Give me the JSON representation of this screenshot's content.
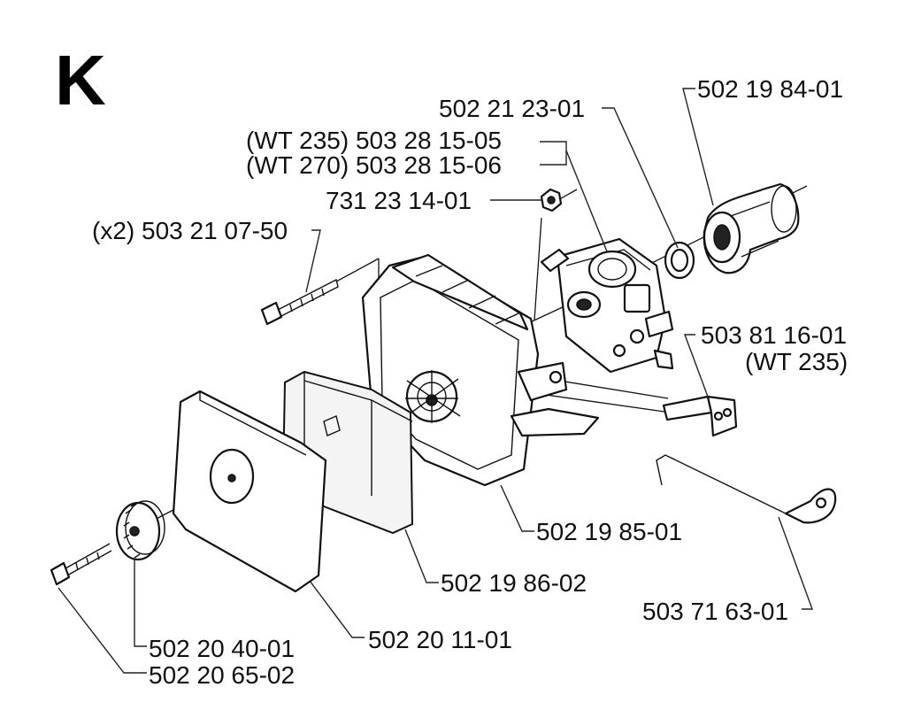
{
  "section_letter": "K",
  "labels": {
    "carb_gasket": "502 21 23-01",
    "intake_boot": "502 19 84-01",
    "carb_wt235": "(WT 235) 503 28 15-05",
    "carb_wt270": "(WT 270) 503 28 15-06",
    "nut": "731 23 14-01",
    "screws": "(x2) 503 21 07-50",
    "bracket": "503 81 16-01",
    "bracket_note": "(WT 235)",
    "filter_housing": "502 19 85-01",
    "filter_element": "502 19 86-02",
    "choke_rod": "503 71 63-01",
    "cover_knob": "502 20 40-01",
    "cover": "502 20 11-01",
    "cover_screw": "502 20 65-02"
  }
}
